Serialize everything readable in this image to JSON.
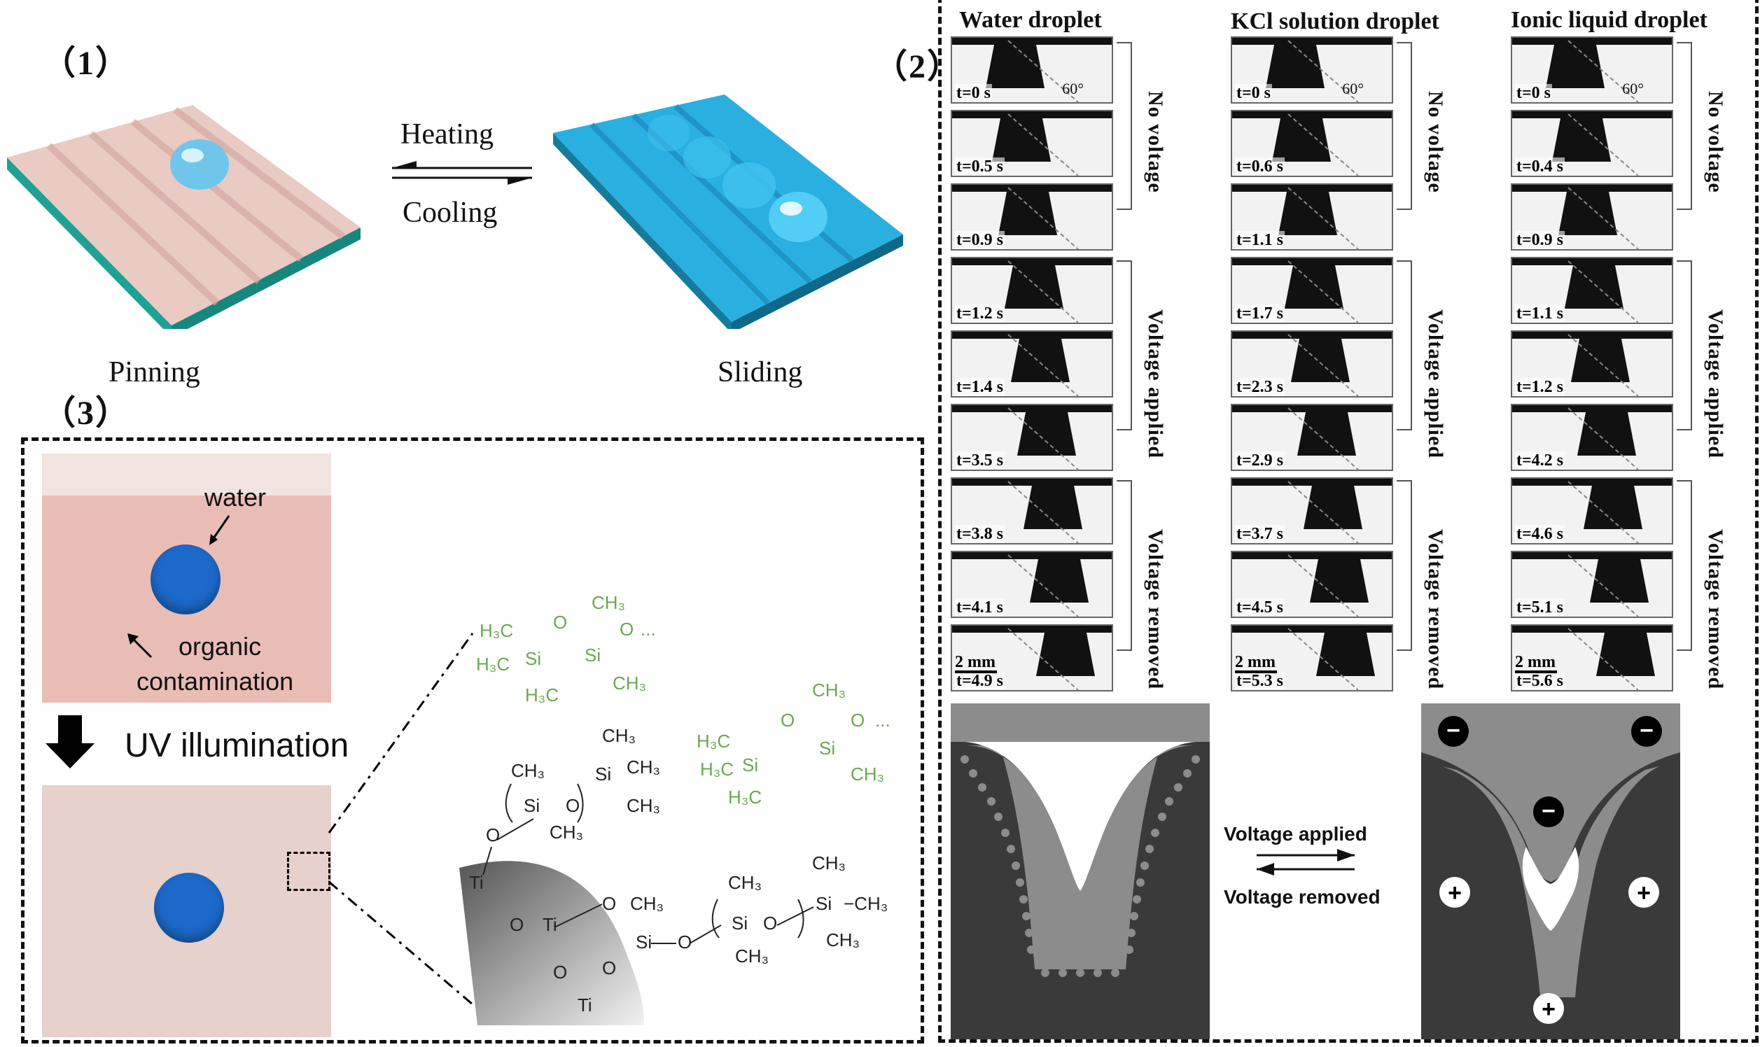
{
  "panel1": {
    "label": "（1）",
    "heating": "Heating",
    "cooling": "Cooling",
    "pinning": "Pinning",
    "sliding": "Sliding"
  },
  "panel2": {
    "label": "（2）",
    "columns": [
      {
        "title": "Water droplet",
        "times": [
          "t=0 s",
          "t=0.5 s",
          "t=0.9 s",
          "t=1.2 s",
          "t=1.4 s",
          "t=3.5 s",
          "t=3.8 s",
          "t=4.1 s",
          "t=4.9 s"
        ]
      },
      {
        "title": "KCl solution droplet",
        "times": [
          "t=0 s",
          "t=0.6 s",
          "t=1.1 s",
          "t=1.7 s",
          "t=2.3 s",
          "t=2.9 s",
          "t=3.7 s",
          "t=4.5 s",
          "t=5.3 s"
        ]
      },
      {
        "title": "Ionic liquid droplet",
        "times": [
          "t=0 s",
          "t=0.4 s",
          "t=0.9 s",
          "t=1.1 s",
          "t=1.2 s",
          "t=4.2 s",
          "t=4.6 s",
          "t=5.1 s",
          "t=5.6 s"
        ]
      }
    ],
    "angle": "60°",
    "scale": "2 mm",
    "phase_labels": [
      "No voltage",
      "Voltage applied",
      "Voltage removed"
    ],
    "voltage_applied": "Voltage applied",
    "voltage_removed": "Voltage removed",
    "minus_sign": "−",
    "plus_sign": "+"
  },
  "panel3": {
    "label": "（3）",
    "water": "water",
    "organic": "organic",
    "contamination": "contamination",
    "uv": "UV illumination"
  },
  "colors": {
    "pink_surface": "#e8c6c0",
    "blue_surface": "#2aa6d6",
    "teal_base": "#1a9a8e",
    "droplet_blue": "#1a6fd0",
    "gray_dark": "#3c3c3c",
    "gray_mid": "#8a8a8a",
    "green_chem": "#6aa84f"
  }
}
